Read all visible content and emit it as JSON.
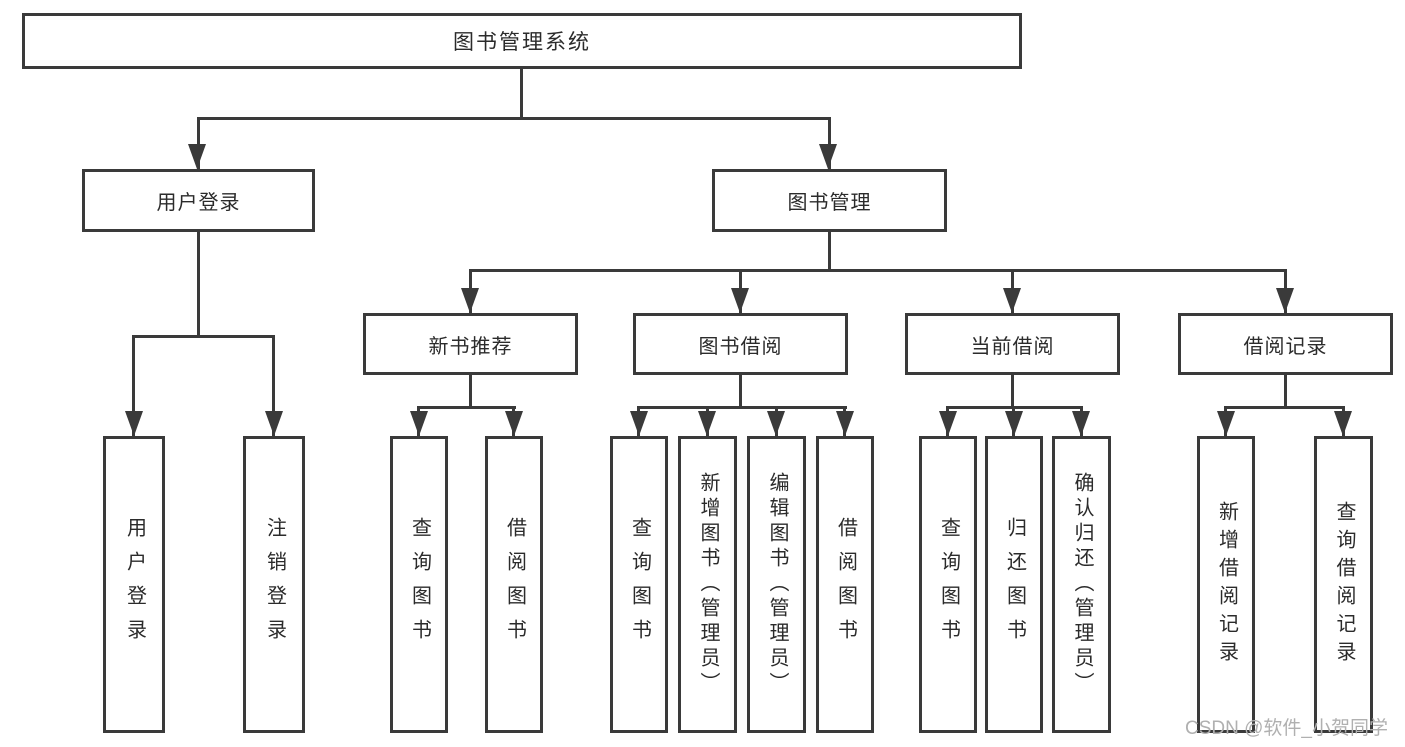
{
  "tree": {
    "label": "图书管理系统",
    "children": [
      {
        "label": "用户登录",
        "children": [
          {
            "label": "用户登录"
          },
          {
            "label": "注销登录"
          }
        ]
      },
      {
        "label": "图书管理",
        "children": [
          {
            "label": "新书推荐",
            "children": [
              {
                "label": "查询图书"
              },
              {
                "label": "借阅图书"
              }
            ]
          },
          {
            "label": "图书借阅",
            "children": [
              {
                "label": "查询图书"
              },
              {
                "label": "新增图书（管理员）"
              },
              {
                "label": "编辑图书（管理员）"
              },
              {
                "label": "借阅图书"
              }
            ]
          },
          {
            "label": "当前借阅",
            "children": [
              {
                "label": "查询图书"
              },
              {
                "label": "归还图书"
              },
              {
                "label": "确认归还（管理员）"
              }
            ]
          },
          {
            "label": "借阅记录",
            "children": [
              {
                "label": "新增借阅记录"
              },
              {
                "label": "查询借阅记录"
              }
            ]
          }
        ]
      }
    ]
  },
  "watermark": {
    "text": "CSDN @软件_小贺同学"
  },
  "colors": {
    "line": "#3a3a3a",
    "box_border": "#3a3a3a",
    "box_fill": "#ffffff",
    "text": "#2b2b2b",
    "watermark": "#b0b0b0",
    "background": "#ffffff"
  }
}
